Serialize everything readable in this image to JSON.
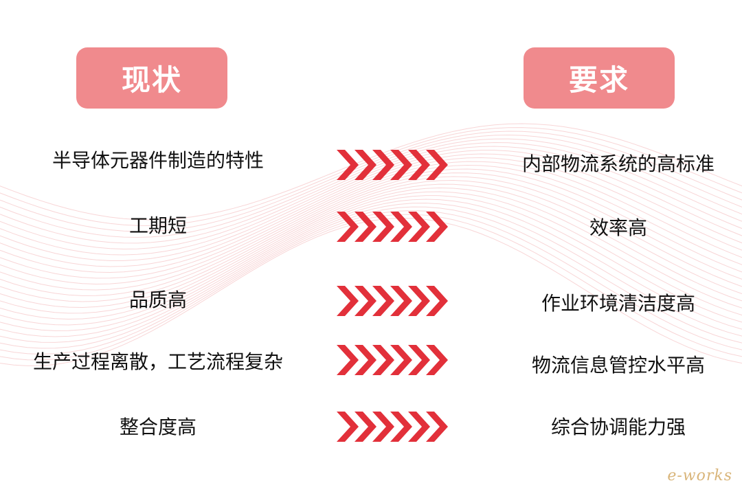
{
  "headers": {
    "left": "现状",
    "right": "要求"
  },
  "rows": [
    {
      "left": "半导体元器件制造的特性",
      "right": "内部物流系统的高标准"
    },
    {
      "left": "工期短",
      "right": "效率高"
    },
    {
      "left": "品质高",
      "right": "作业环境清洁度高"
    },
    {
      "left": "生产过程离散，工艺流程复杂",
      "right": "物流信息管控水平高"
    },
    {
      "left": "整合度高",
      "right": "综合协调能力强"
    }
  ],
  "logo": "e-works",
  "colors": {
    "header": "#f08a8d",
    "arrow": "#e2303a",
    "wave": "#f3b3b5",
    "text": "#111111"
  },
  "icons": {
    "arrow_chain": "chevron-chain-icon"
  }
}
